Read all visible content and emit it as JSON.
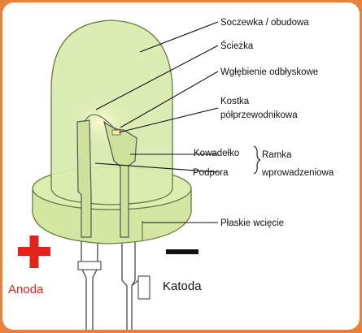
{
  "labels": {
    "lens": "Soczewka / obudowa",
    "wire": "Ścieżka",
    "cavity": "Wgłębienie odbłyskowe",
    "die_line1": "Kostka",
    "die_line2": "półprzewodnikowa",
    "anvil": "Kowadełko",
    "post": "Podpora",
    "frame_line1": "Ramka",
    "frame_line2": "wprowadzeniowa",
    "flat": "Płaskie wcięcie",
    "anode": "Anoda",
    "cathode": "Katoda"
  },
  "colors": {
    "border": "#e7813b",
    "led_fill": "#d9ecae",
    "led_stroke": "#6b7a3e",
    "plus": "#e0241c",
    "minus": "#111111"
  }
}
